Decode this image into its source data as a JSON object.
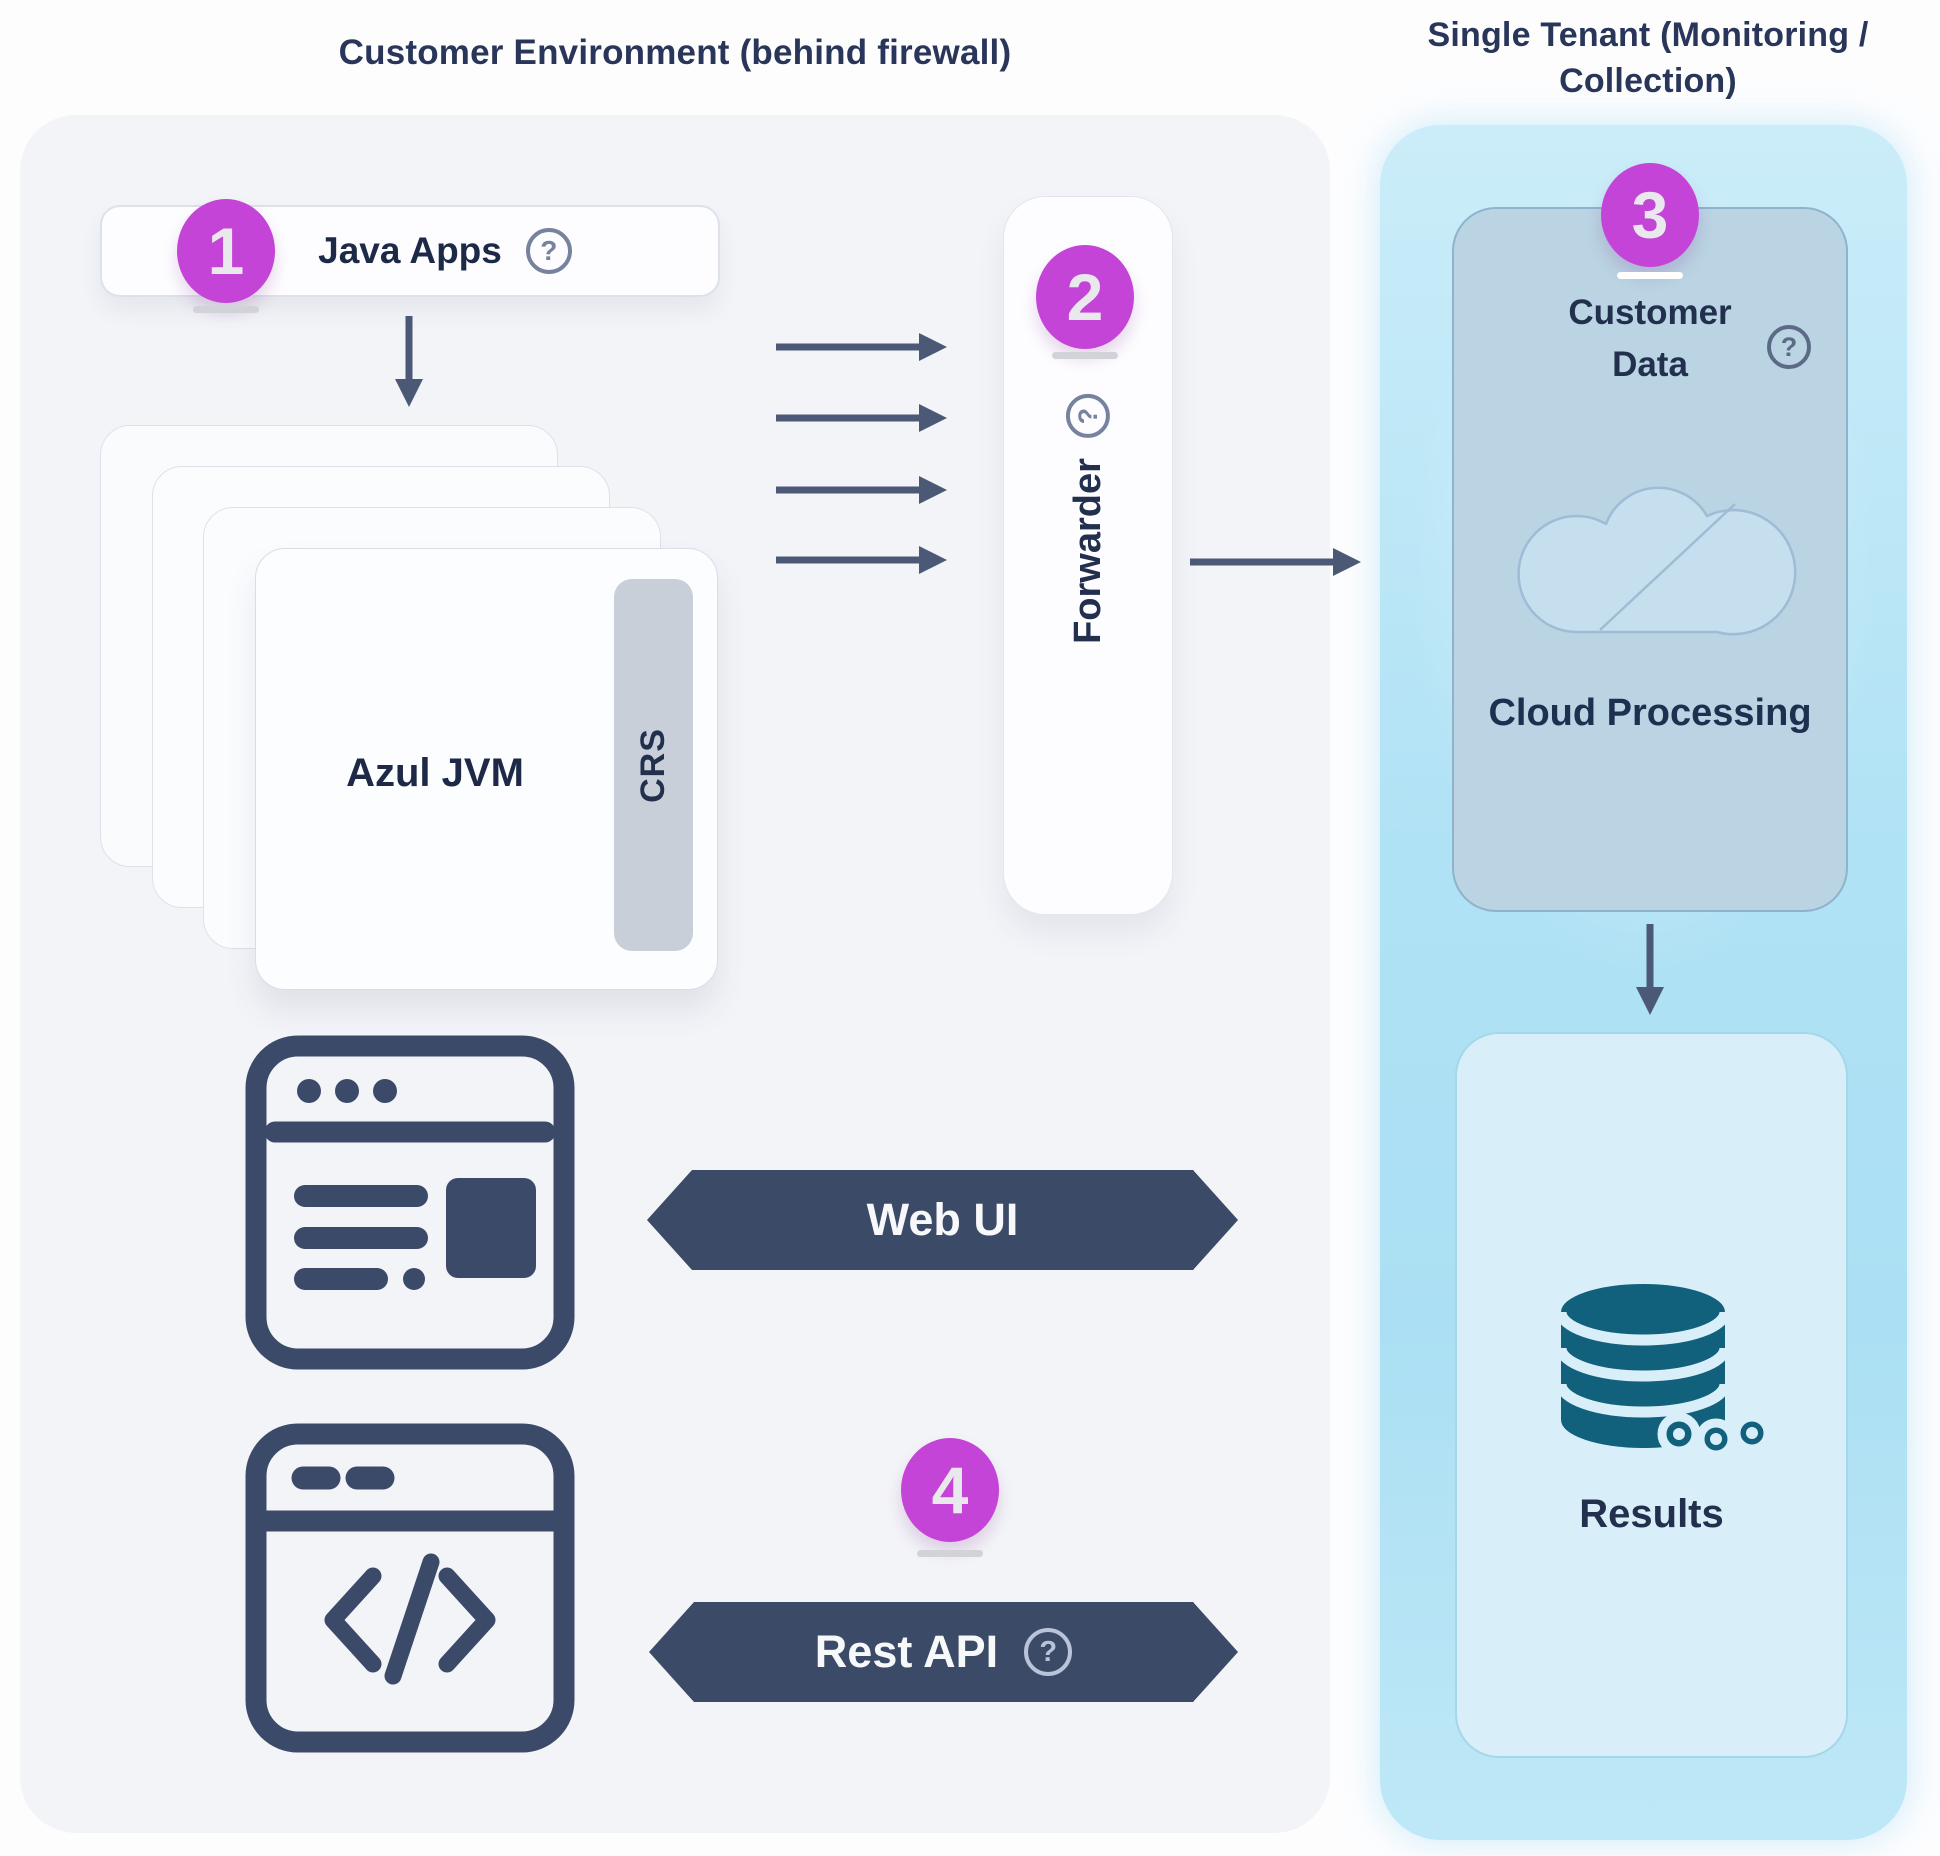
{
  "titles": {
    "left_panel": "Customer Environment (behind firewall)",
    "right_panel": "Single Tenant (Monitoring / Collection)"
  },
  "steps": {
    "step1": "1",
    "step2": "2",
    "step3": "3",
    "step4": "4"
  },
  "nodes": {
    "java_apps": "Java Apps",
    "azul_jvm": "Azul JVM",
    "crs": "CRS",
    "forwarder": "Forwarder",
    "customer_data": "Customer Data",
    "cloud_processing": "Cloud Processing",
    "results": "Results"
  },
  "connectors": {
    "web_ui": "Web UI",
    "rest_api": "Rest API"
  },
  "icons": {
    "help_glyph": "?"
  },
  "colors": {
    "step_badge": "#c344d6",
    "connector_banner": "#3b4a66",
    "arrow": "#4b5976",
    "navy_text": "#22304e",
    "database_icon": "#12617c",
    "right_panel_blue": "#b7e5f6",
    "customer_box_blue": "#bad4e3",
    "results_box_blue": "#d8effa"
  }
}
